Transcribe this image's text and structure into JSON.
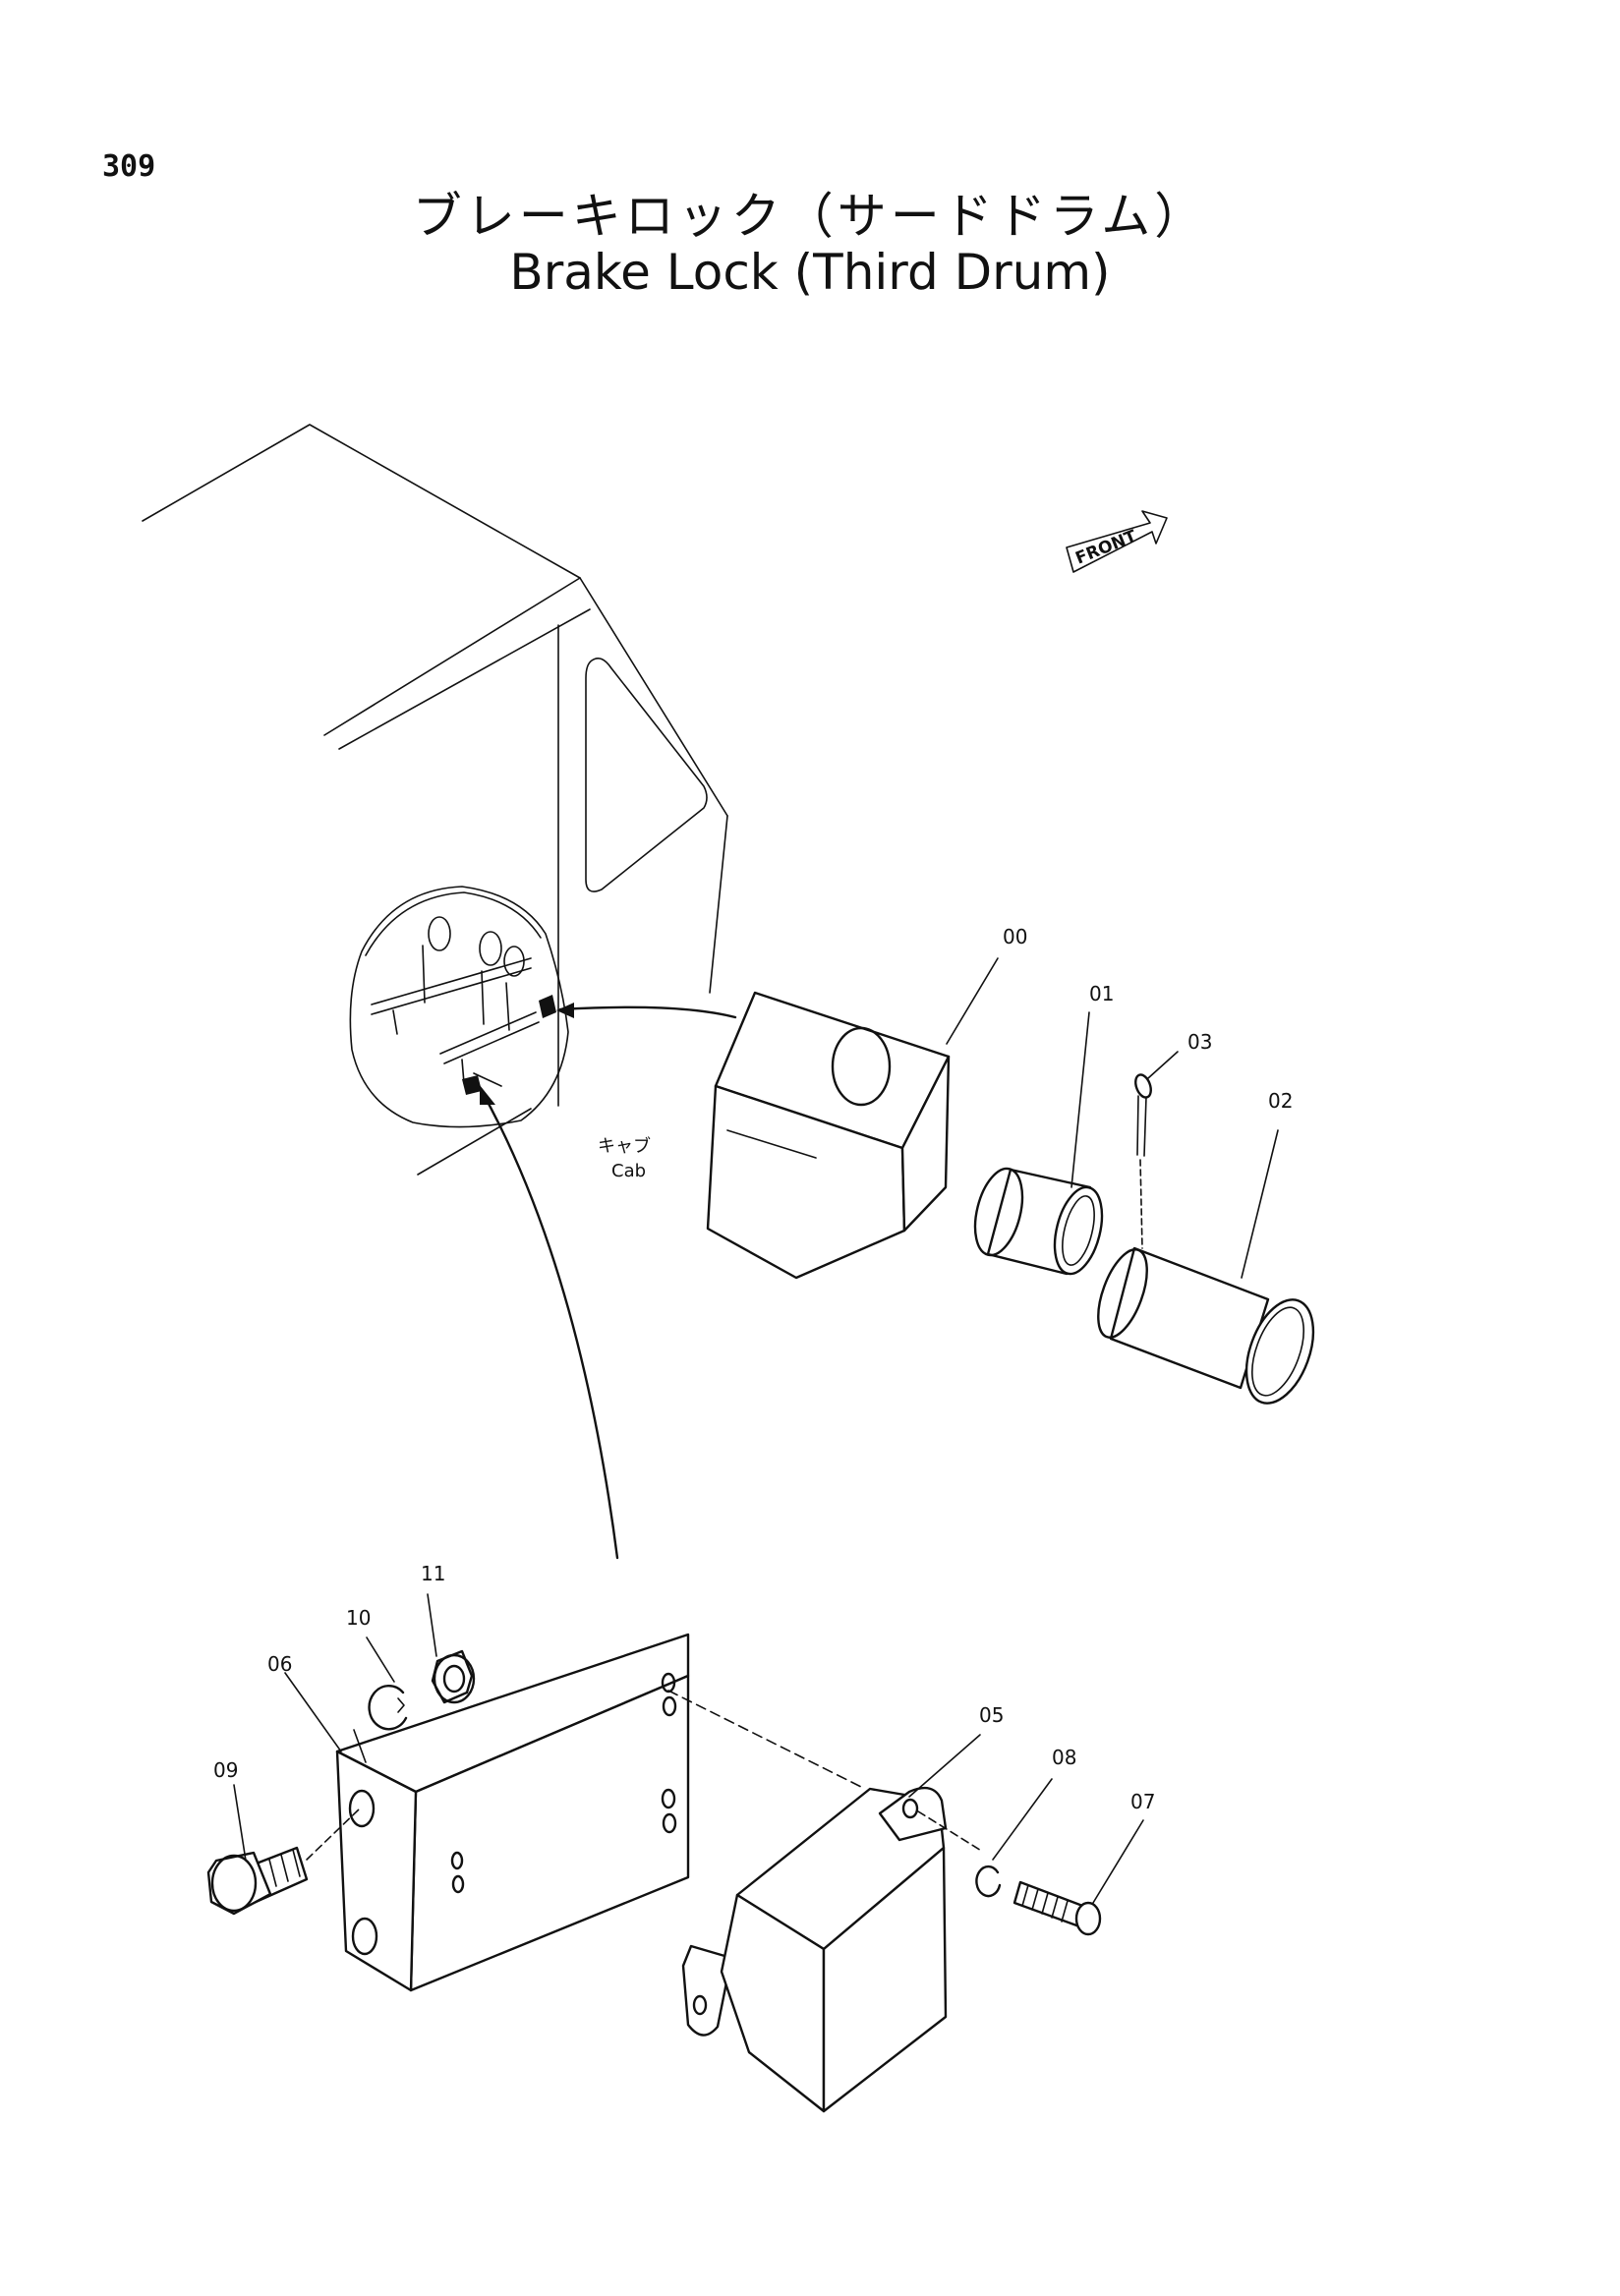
{
  "header": {
    "page_number": "309",
    "title_jp": "ブレーキロック（サードドラム）",
    "title_en": "Brake Lock (Third Drum)"
  },
  "diagram": {
    "front_indicator": "FRONT",
    "cab_label_jp": "キャブ",
    "cab_label_en": "Cab",
    "part_labels": {
      "p00": "00",
      "p01": "01",
      "p02": "02",
      "p03": "03",
      "p05": "05",
      "p06": "06",
      "p07": "07",
      "p08": "08",
      "p09": "09",
      "p10": "10",
      "p11": "11"
    }
  }
}
